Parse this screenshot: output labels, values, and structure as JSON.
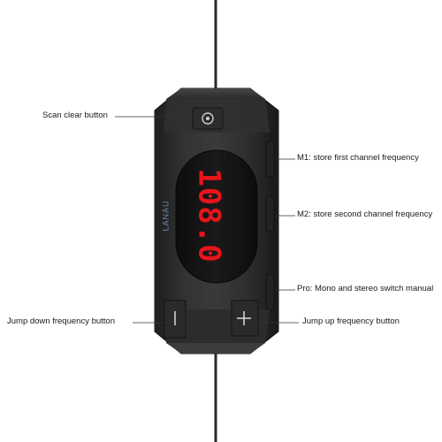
{
  "product": {
    "brand_text": "LANAU",
    "display_text": "108.0",
    "display_color": "#e8141c",
    "body_color": "#2a2a2a"
  },
  "callouts": {
    "scan_clear": "Scan clear button",
    "m1": "M1: store first channel frequency",
    "m2": "M2: store second channel frequency",
    "pro": "Pro: Mono and stereo switch manual",
    "jump_down": "Jump down frequency button",
    "jump_up": "Jump up frequency button"
  },
  "icons": {
    "scan_button": "power-scan-icon",
    "down_button": "minus-icon",
    "up_button": "plus-icon"
  }
}
